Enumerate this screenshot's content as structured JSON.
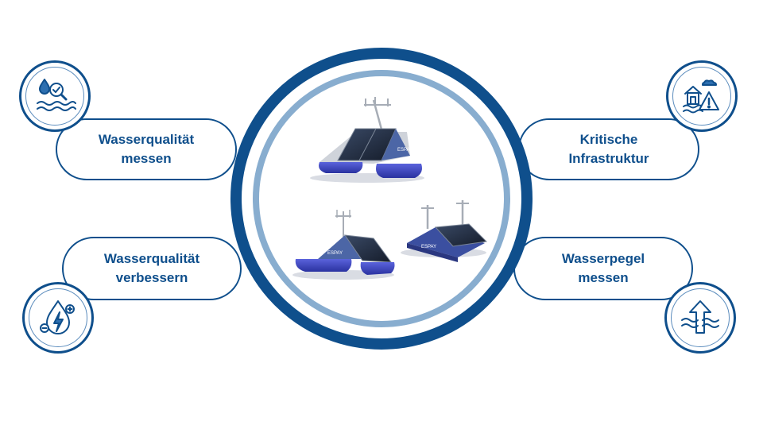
{
  "diagram": {
    "colors": {
      "primary": "#0f4f8c",
      "light_ring": "#88adcf",
      "hull": "#3b45c4",
      "panel": "#1f2a3c"
    },
    "center": {
      "image": "solar-water-drones-illustration",
      "drones": [
        {
          "id": "catamaran-large",
          "logo": "ESPAY"
        },
        {
          "id": "catamaran-small",
          "logo": "ESPAY"
        },
        {
          "id": "floating-platform",
          "logo": "ESPAY"
        }
      ]
    },
    "nodes": [
      {
        "id": "water-quality-measure",
        "line1": "Wasserqualität",
        "line2": "messen",
        "icon": "water-magnifier-icon"
      },
      {
        "id": "critical-infrastructure",
        "line1": "Kritische",
        "line2": "Infrastruktur",
        "icon": "flooded-house-warning-icon"
      },
      {
        "id": "water-quality-improve",
        "line1": "Wasserqualität",
        "line2": "verbessern",
        "icon": "water-drop-energy-icon"
      },
      {
        "id": "water-level-measure",
        "line1": "Wasserpegel",
        "line2": "messen",
        "icon": "water-level-arrow-icon"
      }
    ]
  }
}
